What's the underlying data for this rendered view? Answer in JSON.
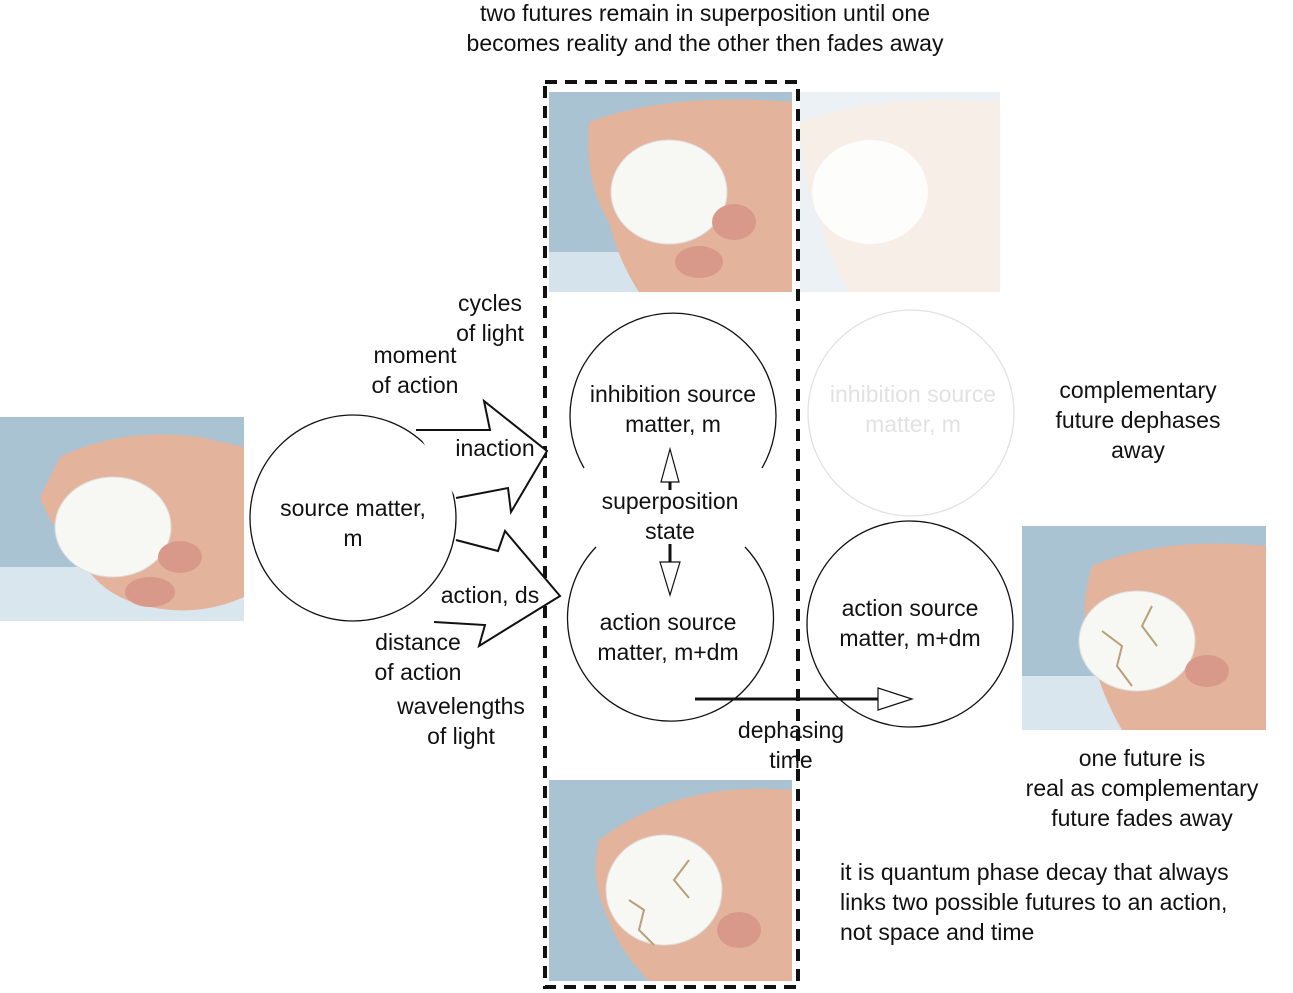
{
  "title_lines": [
    "two futures remain in superposition until one",
    "becomes reality and the other then fades away"
  ],
  "nodes": {
    "source": [
      "source matter,",
      "m"
    ],
    "inhibition": [
      "inhibition source",
      "matter, m"
    ],
    "action": [
      "action source",
      "matter, m+dm"
    ],
    "inhibition_faded": [
      "inhibition source",
      "matter, m"
    ],
    "action_real": [
      "action source",
      "matter, m+dm"
    ]
  },
  "labels": {
    "cycles": [
      "cycles",
      "of light"
    ],
    "moment": [
      "moment",
      "of action"
    ],
    "inaction": [
      "inaction"
    ],
    "action_ds": [
      "action, ds"
    ],
    "distance": [
      "distance",
      "of action"
    ],
    "wavelengths": [
      "wavelengths",
      "of light"
    ],
    "superposition": [
      "superposition",
      "state"
    ],
    "dephasing": [
      "dephasing",
      "time"
    ],
    "complementary": [
      "complementary",
      "future dephases",
      "away"
    ],
    "one_future": [
      "one future is",
      "real as complementary",
      "future fades away"
    ],
    "note": [
      "it is quantum phase decay that always",
      "links two possible futures to an action,",
      "not space and time"
    ]
  },
  "photos": {
    "source_egg": "whole-egg",
    "inhibition_egg": "whole-egg",
    "inhibition_egg_faded": "whole-egg",
    "action_egg_right": "cracked-egg",
    "action_egg_bottom": "cracked-egg"
  },
  "colors": {
    "ink": "#111111",
    "faded_ink": "#e2e2e2",
    "sky": "#a9c3d3",
    "skin": "#e3b39c",
    "shell": "#f7f7f3"
  }
}
